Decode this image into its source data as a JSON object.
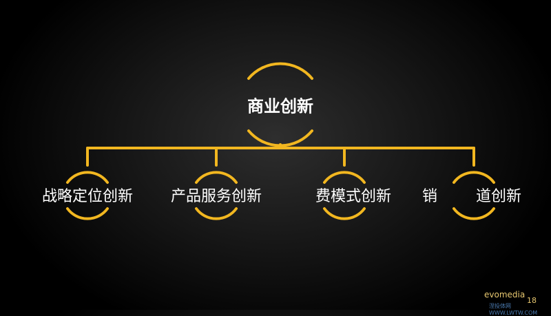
{
  "root": {
    "label": "商业创新"
  },
  "branches": [
    {
      "label": "战略定位创新"
    },
    {
      "label": "产品服务创新"
    },
    {
      "label": "费模式创新"
    },
    {
      "label": "销"
    },
    {
      "label": "道创新"
    }
  ],
  "footer": {
    "brand": "evomedia",
    "page": "18",
    "watermark": "涅投体网WWW.LWTW.COM"
  },
  "colors": {
    "accent": "#f2b720"
  }
}
